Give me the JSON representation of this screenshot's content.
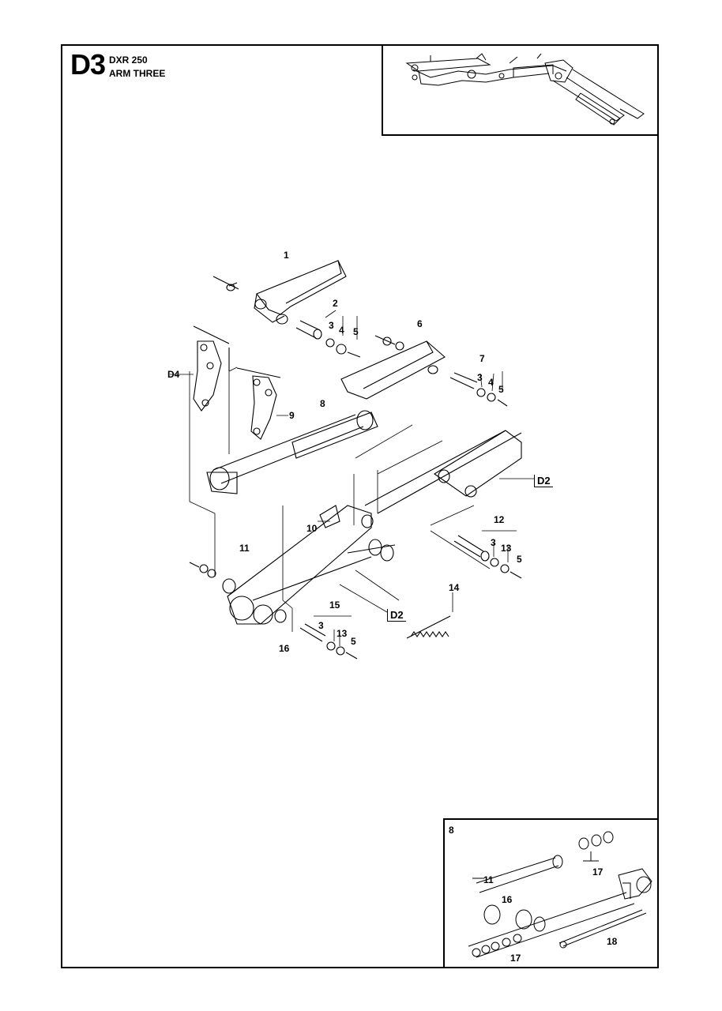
{
  "header": {
    "code": "D3",
    "model": "DXR 250",
    "name": "ARM THREE"
  },
  "callouts": [
    "1",
    "2",
    "3",
    "4",
    "5",
    "6",
    "7",
    "3",
    "4",
    "5",
    "8",
    "9",
    "D4",
    "D2",
    "10",
    "11",
    "12",
    "3",
    "13",
    "5",
    "14",
    "15",
    "3",
    "13",
    "5",
    "16",
    "D2"
  ],
  "detail": {
    "label": "8",
    "callouts": [
      "11",
      "16",
      "17",
      "17",
      "18"
    ]
  }
}
